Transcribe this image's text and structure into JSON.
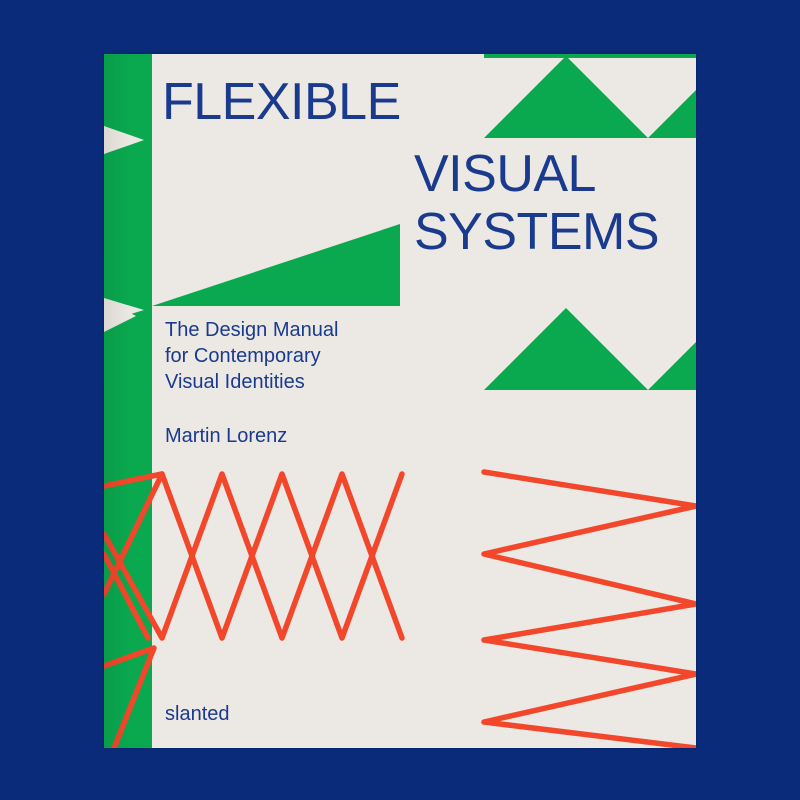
{
  "cover": {
    "title_line1": "FLEXIBLE",
    "title_line2": "VISUAL",
    "title_line3": "SYSTEMS",
    "subtitle_line1": "The Design Manual",
    "subtitle_line2": "for Contemporary",
    "subtitle_line3": "Visual Identities",
    "author": "Martin Lorenz",
    "publisher": "slanted"
  },
  "colors": {
    "background": "#0a2a7a",
    "paper": "#ece8e3",
    "text_blue": "#1a3a8e",
    "green": "#0aa84f",
    "orange": "#f2472a"
  }
}
